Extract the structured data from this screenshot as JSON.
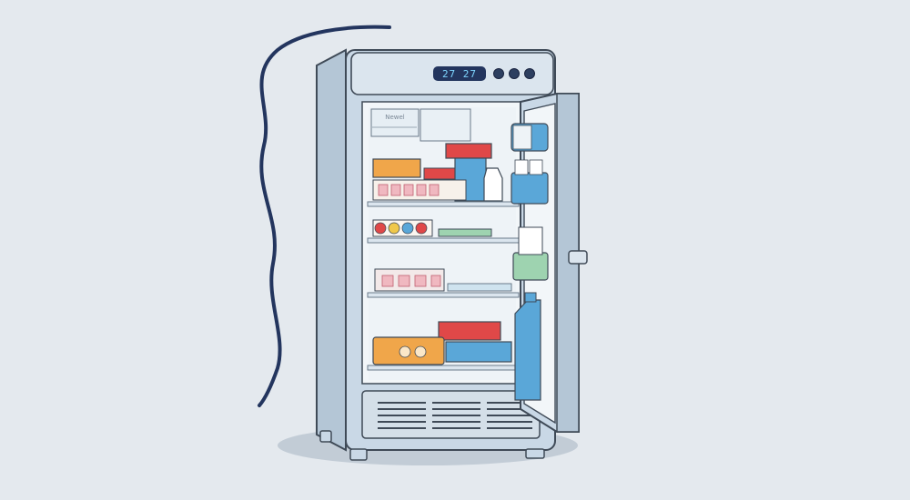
{
  "scene": {
    "subject": "open-refrigerator",
    "background_color": "#e4e9ee",
    "outline_color": "#3f4a57",
    "body_color": "#c9d8e6",
    "interior_color": "#f2f6f9",
    "accent_colors": [
      "#e04848",
      "#f0a64a",
      "#5aa7d8",
      "#9ed3b0"
    ]
  },
  "control_panel": {
    "display_text": "27 27",
    "knob_count": 3
  },
  "inner_label": "Newel"
}
